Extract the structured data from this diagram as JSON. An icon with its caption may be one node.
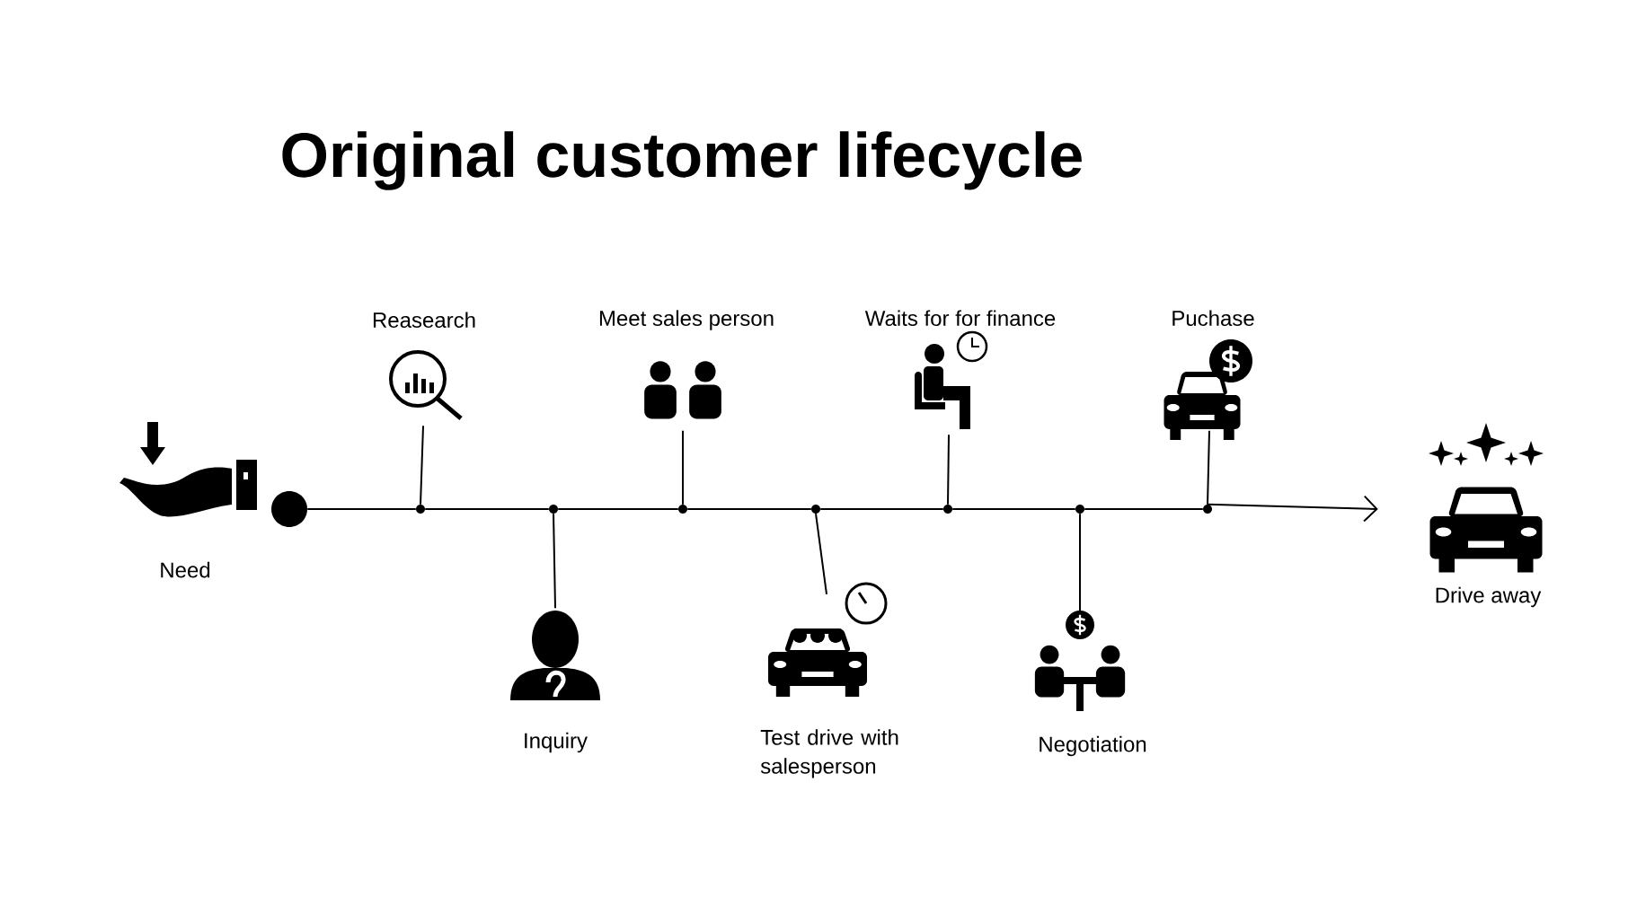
{
  "diagram": {
    "title": "Original customer lifecycle",
    "nodes": [
      {
        "text": [
          "Need"
        ]
      },
      {
        "text": [],
        "shape": "circle"
      },
      {
        "text": [
          "Reasearch"
        ]
      },
      {
        "text": [
          "Inquiry"
        ]
      },
      {
        "text": [
          "Meet sales person"
        ]
      },
      {
        "text": [
          "Test drive with salesperson"
        ]
      },
      {
        "text": [
          "Waits for for finance"
        ]
      },
      {
        "text": [
          "Negotiation"
        ]
      },
      {
        "text": [
          "Puchase"
        ]
      },
      {
        "text": [
          "Drive away"
        ]
      },
      {
        "text": [],
        "shape": "circle"
      },
      {
        "text": [],
        "shape": "circle"
      },
      {
        "text": [],
        "shape": "circle"
      },
      {
        "text": [],
        "shape": "circle"
      },
      {
        "text": [],
        "shape": "circle"
      },
      {
        "text": [],
        "shape": "circle"
      },
      {
        "text": [],
        "shape": "circle"
      }
    ],
    "edges": [
      {
        "from": 1,
        "to": 10,
        "arrow": "none"
      },
      {
        "from": 10,
        "to": 11,
        "arrow": "none"
      },
      {
        "from": 11,
        "to": 12,
        "arrow": "none"
      },
      {
        "from": 12,
        "to": 13,
        "arrow": "none"
      },
      {
        "from": 13,
        "to": 14,
        "arrow": "none"
      },
      {
        "from": 14,
        "to": 15,
        "arrow": "none"
      },
      {
        "from": 15,
        "to": 16,
        "arrow": "none"
      },
      {
        "from": 16,
        "to": 9,
        "arrow": "to"
      },
      {
        "from": 2,
        "to": 10,
        "arrow": "none"
      },
      {
        "from": 3,
        "to": 11,
        "arrow": "none"
      },
      {
        "from": 4,
        "to": 12,
        "arrow": "none"
      },
      {
        "from": 5,
        "to": 13,
        "arrow": "none"
      },
      {
        "from": 6,
        "to": 14,
        "arrow": "none"
      },
      {
        "from": 7,
        "to": 15,
        "arrow": "none"
      },
      {
        "from": 8,
        "to": 16,
        "arrow": "none"
      }
    ]
  }
}
